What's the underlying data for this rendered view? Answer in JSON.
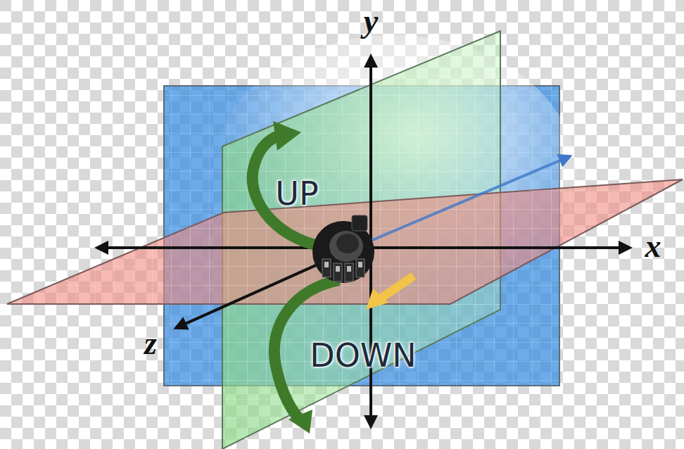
{
  "diagram": {
    "labels": [
      "y",
      "x",
      "z",
      "UP",
      "DOWN"
    ]
  }
}
